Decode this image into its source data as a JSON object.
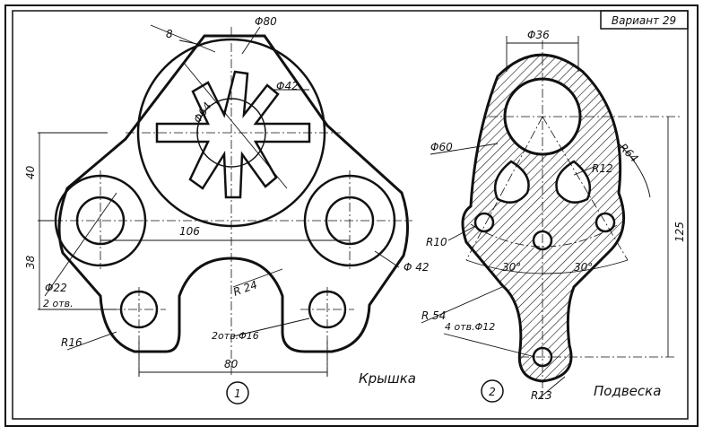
{
  "variant": "Вариант 29",
  "part1": {
    "number": "1",
    "caption": "Крышка",
    "dims": {
      "d80": "Φ80",
      "w8": "8",
      "d64": "Φ64",
      "d42_inner": "Φ42",
      "h40": "40",
      "w106": "106",
      "h38": "38",
      "d42": "Φ 42",
      "d22": "Φ22",
      "holes2": "2 отв.",
      "r24": "R 24",
      "r16": "R16",
      "holes2d16": "2отв.Φ16",
      "w80": "80"
    }
  },
  "part2": {
    "number": "2",
    "caption": "Подвеска",
    "dims": {
      "d36": "Φ36",
      "d60": "Φ60",
      "r64": "R64",
      "r12": "R12",
      "h125": "125",
      "r10": "R10",
      "a30_left": "30°",
      "a30_right": "30°",
      "r54": "R 54",
      "holes4d12": "4 отв.Φ12",
      "r13": "R13"
    }
  },
  "colors": {
    "ink": "#111111",
    "paper": "#ffffff"
  }
}
